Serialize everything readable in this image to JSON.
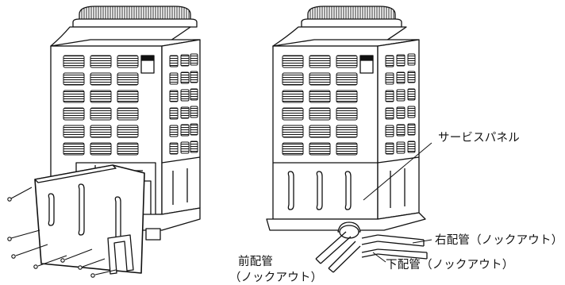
{
  "labels": {
    "service_panel": "サービスパネル",
    "right_piping": "右配管（ノックアウト）",
    "bottom_piping": "下配管（ノックアウト）",
    "front_piping_line1": "前配管",
    "front_piping_line2": "（ノックアウト）"
  },
  "colors": {
    "stroke": "#111111",
    "fill": "#ffffff",
    "dark": "#111111"
  }
}
